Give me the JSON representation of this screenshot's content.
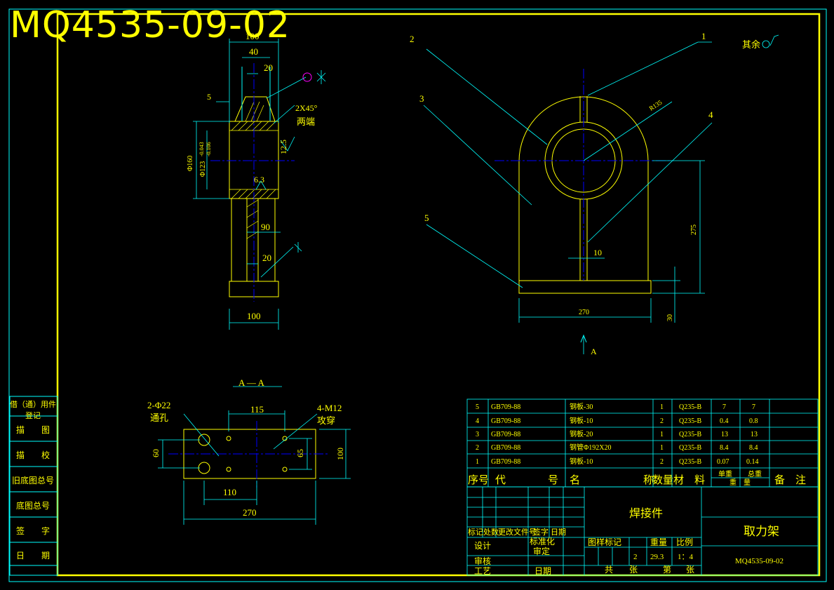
{
  "drawing_number_title": "MQ4535-09-02",
  "roughness_note": "其余",
  "side_table": {
    "header": "借（通）用件登记",
    "rows": [
      "描　　图",
      "描　　校",
      "旧底图总号",
      "底图总号",
      "签　　字",
      "日　　期"
    ]
  },
  "front_view": {
    "dims": {
      "top_width": "100",
      "inner_40": "40",
      "inner_20": "20",
      "left_5": "5",
      "chamfer": "2X45°",
      "both_ends": "两端",
      "roughness_12_5": "12.5",
      "dia160": "Φ160",
      "dia123": "Φ123",
      "tol_upper": "-0.043",
      "tol_lower": "-0.106",
      "roughness_6_3": "6.3",
      "web_90": "90",
      "web_20": "20",
      "base_100": "100"
    }
  },
  "side_view": {
    "callouts": [
      "1",
      "2",
      "3",
      "4",
      "5"
    ],
    "dims": {
      "radius": "R135",
      "gap_10": "10",
      "height_275": "275",
      "width_270": "270",
      "base_30": "30"
    },
    "view_marker": "A"
  },
  "section_view": {
    "title": "A — A",
    "dims": {
      "holes_2": "2-Φ22",
      "through": "通孔",
      "holes_4": "4-M12",
      "tapped": "攻穿",
      "d115": "115",
      "d60": "60",
      "d65": "65",
      "d100": "100",
      "d110": "110",
      "d270": "270"
    }
  },
  "parts_list": {
    "rows": [
      {
        "no": "5",
        "code": "GB709-88",
        "name": "钢板-30",
        "qty": "1",
        "material": "Q235-B",
        "unit_wt": "7",
        "total_wt": "7"
      },
      {
        "no": "4",
        "code": "GB709-88",
        "name": "钢板-10",
        "qty": "2",
        "material": "Q235-B",
        "unit_wt": "0.4",
        "total_wt": "0.8"
      },
      {
        "no": "3",
        "code": "GB709-88",
        "name": "钢板-20",
        "qty": "1",
        "material": "Q235-B",
        "unit_wt": "13",
        "total_wt": "13"
      },
      {
        "no": "2",
        "code": "GB709-88",
        "name": "钢管Φ192X20",
        "qty": "1",
        "material": "Q235-B",
        "unit_wt": "8.4",
        "total_wt": "8.4"
      },
      {
        "no": "1",
        "code": "GB709-88",
        "name": "钢板-10",
        "qty": "2",
        "material": "Q235-B",
        "unit_wt": "0.07",
        "total_wt": "0.14"
      }
    ],
    "headers": {
      "no": "序号",
      "code": "代　　　　号",
      "name": "名　　　　　　称",
      "qty": "数量",
      "material": "材　料",
      "unit": "单重",
      "total": "总重",
      "weight": "重　量",
      "remark": "备　注"
    }
  },
  "title_block": {
    "part_type": "焊接件",
    "part_name": "取力架",
    "drawing_no": "MQ4535-09-02",
    "labels": {
      "mark": "标记",
      "count": "处数",
      "change_doc": "更改文件号",
      "sign": "签字",
      "date": "日期",
      "design": "设计",
      "standard": "标准化",
      "review": "审核",
      "approve": "审定",
      "process": "工艺",
      "date2": "日期",
      "stage": "图样标记",
      "weight": "重量",
      "scale": "比例",
      "total": "共",
      "sheets": "张",
      "sheet_no": "第",
      "sheet": "张"
    },
    "values": {
      "stage_count": "2",
      "weight": "29.3",
      "scale": "1：4"
    }
  },
  "colors": {
    "frame": "#ffff00",
    "dim": "#00ffff",
    "center": "#0000ff",
    "hatch": "#ffff00"
  }
}
